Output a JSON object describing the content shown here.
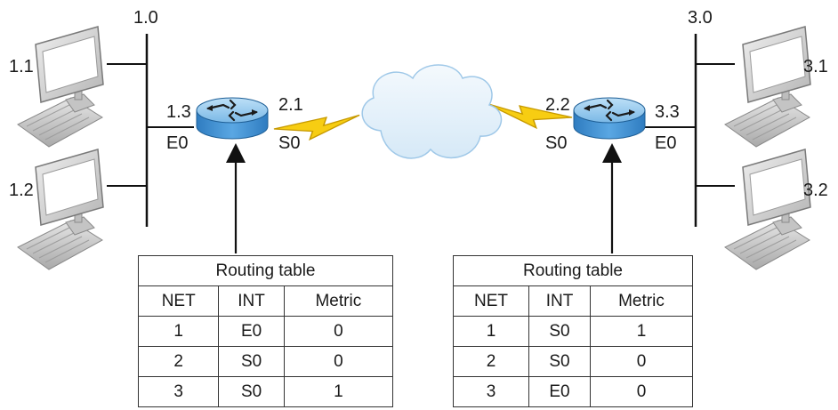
{
  "left_lan": {
    "network_label": "1.0",
    "hosts": [
      {
        "label": "1.1"
      },
      {
        "label": "1.2"
      }
    ]
  },
  "left_router": {
    "e0_ip": "1.3",
    "e0_label": "E0",
    "s0_ip": "2.1",
    "s0_label": "S0"
  },
  "right_router": {
    "s0_ip": "2.2",
    "s0_label": "S0",
    "e0_ip": "3.3",
    "e0_label": "E0"
  },
  "right_lan": {
    "network_label": "3.0",
    "hosts": [
      {
        "label": "3.1"
      },
      {
        "label": "3.2"
      }
    ]
  },
  "left_table": {
    "title": "Routing table",
    "headers": [
      "NET",
      "INT",
      "Metric"
    ],
    "rows": [
      [
        "1",
        "E0",
        "0"
      ],
      [
        "2",
        "S0",
        "0"
      ],
      [
        "3",
        "S0",
        "1"
      ]
    ]
  },
  "right_table": {
    "title": "Routing table",
    "headers": [
      "NET",
      "INT",
      "Metric"
    ],
    "rows": [
      [
        "1",
        "S0",
        "1"
      ],
      [
        "2",
        "S0",
        "0"
      ],
      [
        "3",
        "E0",
        "0"
      ]
    ]
  },
  "colors": {
    "router_top": "#8fc8ee",
    "router_side": "#3f8fd0",
    "serial_link": "#f2c40f",
    "cloud_fill": "#e6f2fb",
    "cloud_stroke": "#9fc8e8",
    "monitor_frame": "#d9d9d9",
    "monitor_screen": "#ffffff"
  }
}
